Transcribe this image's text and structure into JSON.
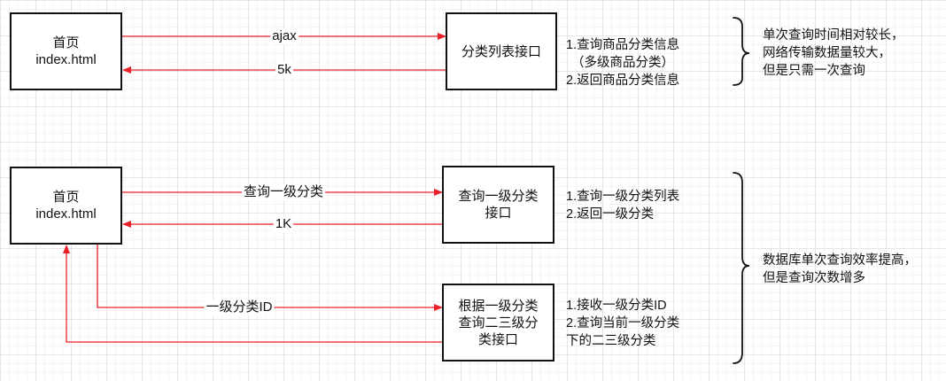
{
  "row1": {
    "home_box": {
      "line1": "首页",
      "line2": "index.html"
    },
    "api_box": {
      "line1": "分类列表接口"
    },
    "request_label": "ajax",
    "response_label": "5k",
    "notes": [
      "1.查询商品分类信息",
      "（多级商品分类）",
      "2.返回商品分类信息"
    ],
    "summary": [
      "单次查询时间相对较长，",
      "网络传输数据量较大，",
      "但是只需一次查询"
    ]
  },
  "row2": {
    "home_box": {
      "line1": "首页",
      "line2": "index.html"
    },
    "level1_box": {
      "line1": "查询一级分类",
      "line2": "接口"
    },
    "level1_request_label": "查询一级分类",
    "level1_response_label": "1K",
    "level1_notes": [
      "1.查询一级分类列表",
      "2.返回一级分类"
    ],
    "sub_box": {
      "line1": "根据一级分类",
      "line2": "查询二三级分",
      "line3": "类接口"
    },
    "sub_request_label": "一级分类ID",
    "sub_notes": [
      "1.接收一级分类ID",
      "2.查询当前一级分类",
      "下的二三级分类"
    ],
    "summary": [
      "数据库单次查询效率提高，",
      "但是查询次数增多"
    ]
  },
  "colors": {
    "arrow": "#e8202a",
    "border": "#111111"
  }
}
